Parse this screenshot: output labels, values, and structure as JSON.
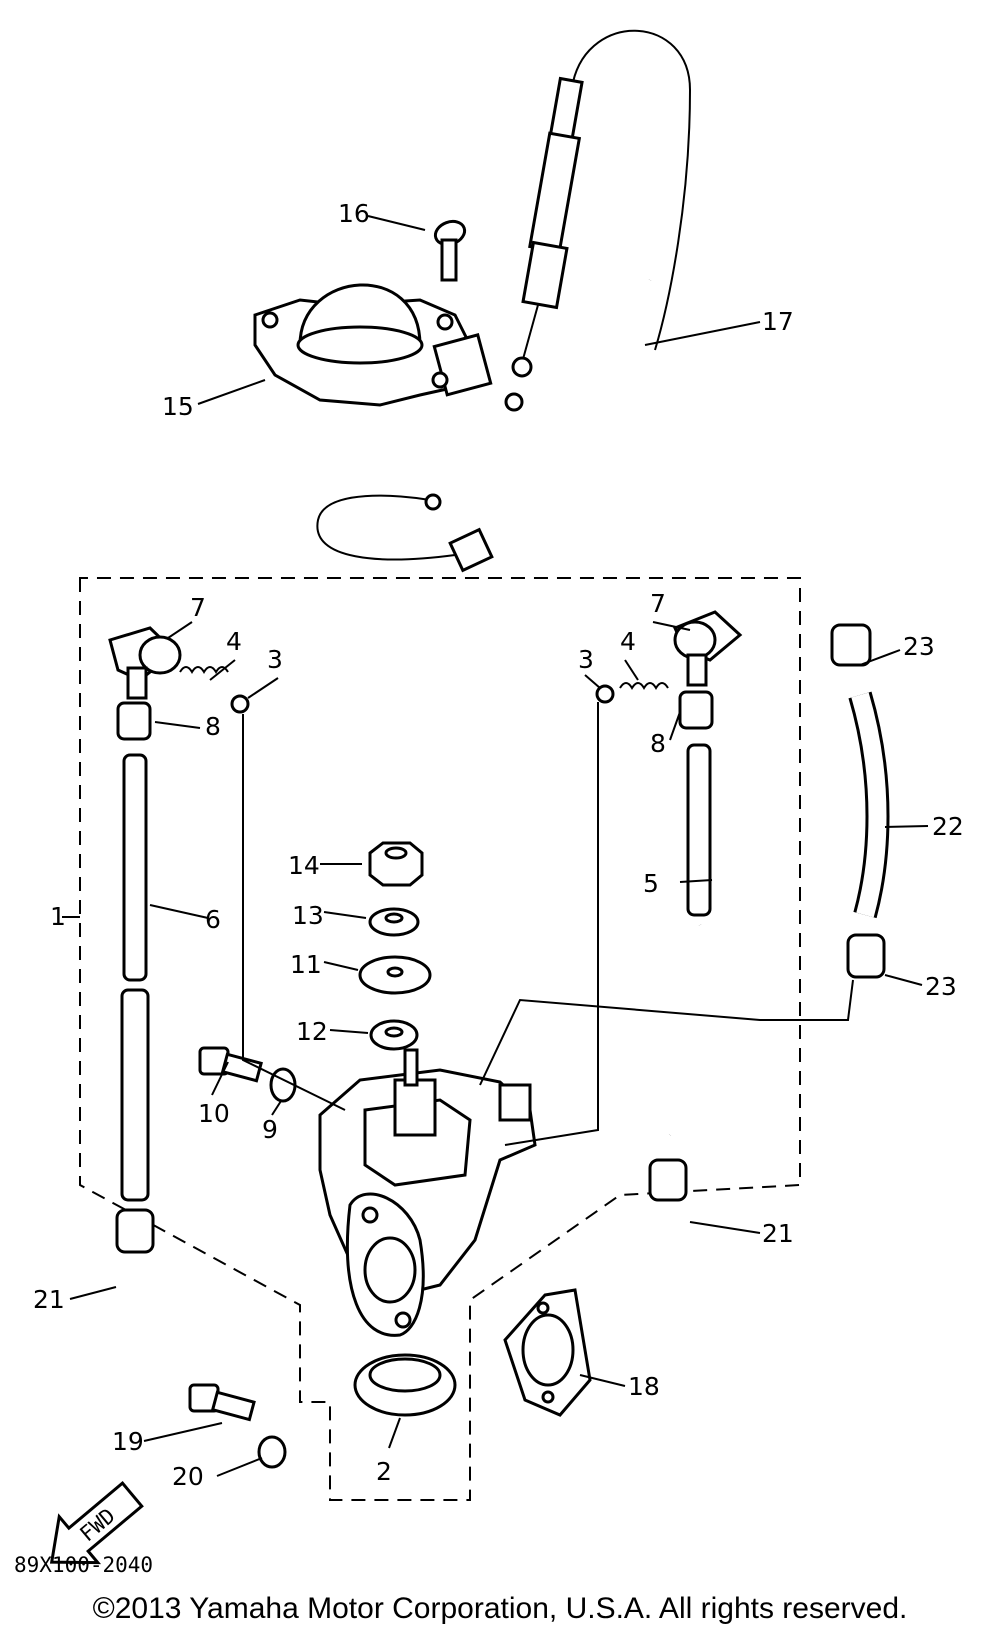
{
  "callouts": {
    "c1": "1",
    "c2": "2",
    "c3a": "3",
    "c3b": "3",
    "c4a": "4",
    "c4b": "4",
    "c5": "5",
    "c6": "6",
    "c7a": "7",
    "c7b": "7",
    "c8a": "8",
    "c8b": "8",
    "c9": "9",
    "c10": "10",
    "c11": "11",
    "c12": "12",
    "c13": "13",
    "c14": "14",
    "c15": "15",
    "c16": "16",
    "c17": "17",
    "c18": "18",
    "c19": "19",
    "c20": "20",
    "c21a": "21",
    "c21b": "21",
    "c22": "22",
    "c23a": "23",
    "c23b": "23"
  },
  "fwd_label": "FWD",
  "diagram_number": "89X100-2040",
  "copyright": "©2013 Yamaha Motor Corporation, U.S.A. All rights reserved."
}
